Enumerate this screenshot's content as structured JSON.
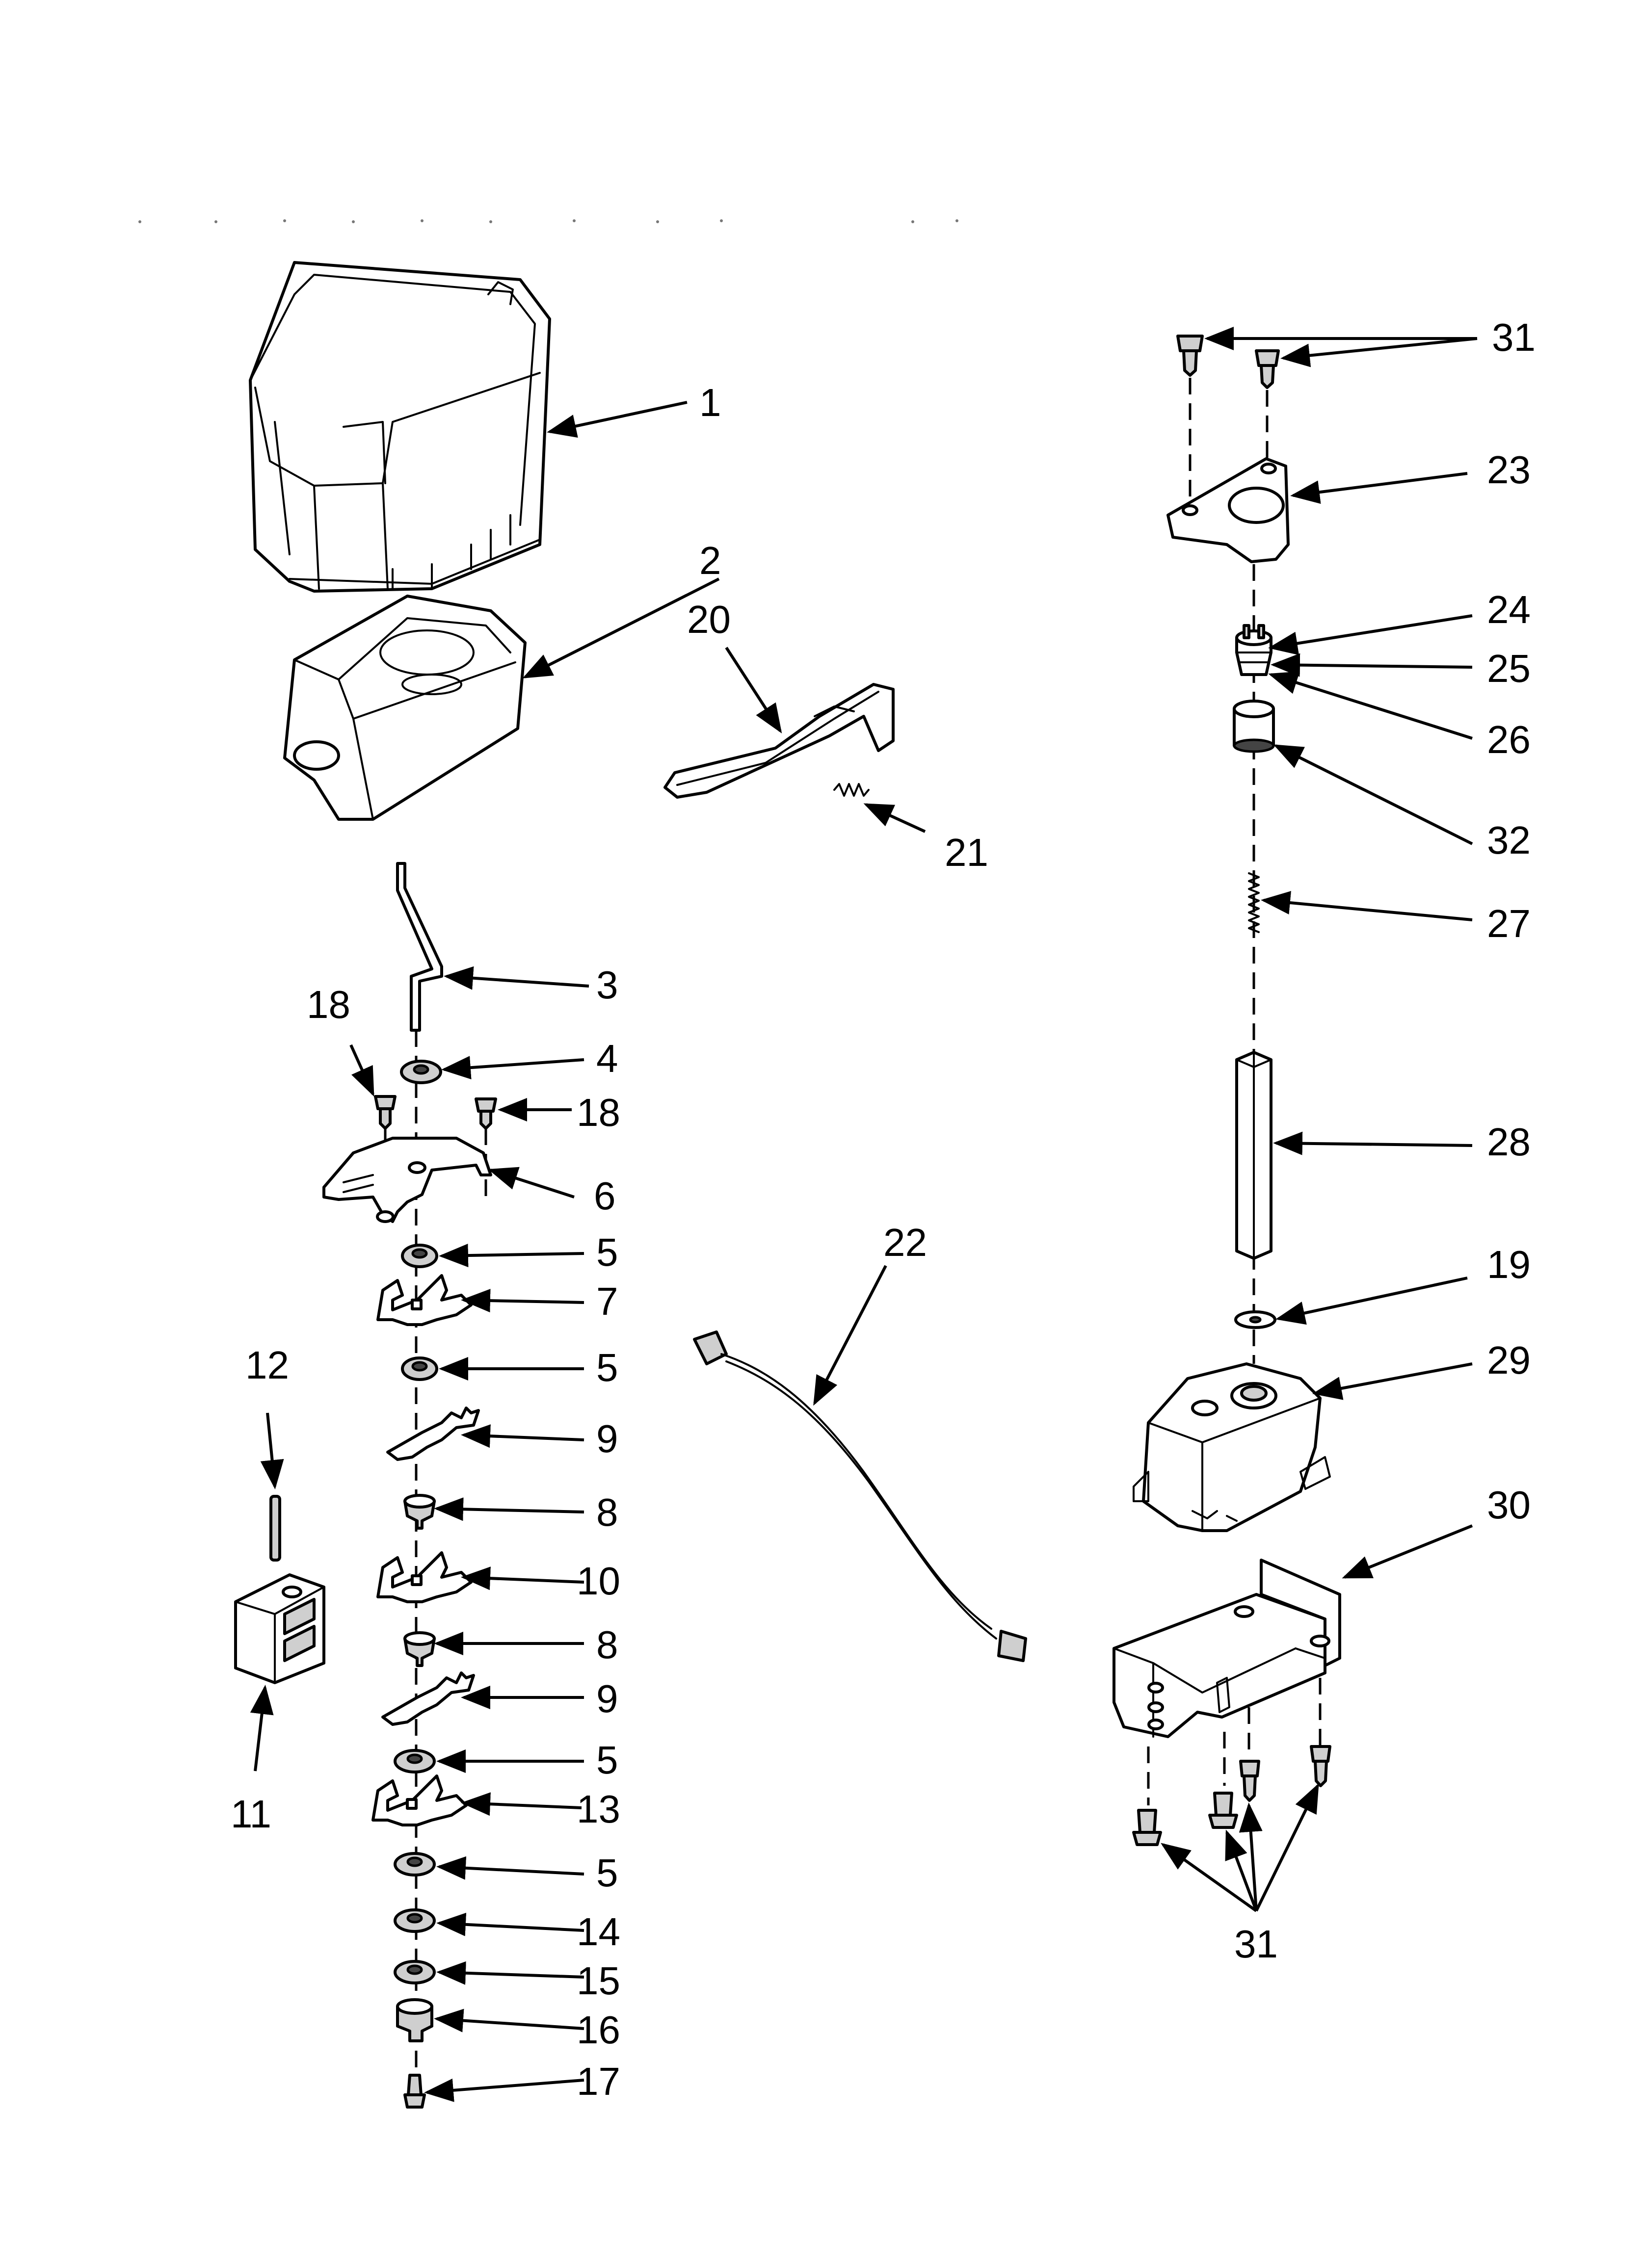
{
  "callouts": [
    {
      "id": "c1",
      "text": "1"
    },
    {
      "id": "c2",
      "text": "2"
    },
    {
      "id": "c20",
      "text": "20"
    },
    {
      "id": "c21",
      "text": "21"
    },
    {
      "id": "c3",
      "text": "3"
    },
    {
      "id": "c4",
      "text": "4"
    },
    {
      "id": "c18a",
      "text": "18"
    },
    {
      "id": "c18b",
      "text": "18"
    },
    {
      "id": "c6",
      "text": "6"
    },
    {
      "id": "c5a",
      "text": "5"
    },
    {
      "id": "c7",
      "text": "7"
    },
    {
      "id": "c5b",
      "text": "5"
    },
    {
      "id": "c9a",
      "text": "9"
    },
    {
      "id": "c8a",
      "text": "8"
    },
    {
      "id": "c10",
      "text": "10"
    },
    {
      "id": "c8b",
      "text": "8"
    },
    {
      "id": "c9b",
      "text": "9"
    },
    {
      "id": "c5c",
      "text": "5"
    },
    {
      "id": "c13",
      "text": "13"
    },
    {
      "id": "c5d",
      "text": "5"
    },
    {
      "id": "c14",
      "text": "14"
    },
    {
      "id": "c15",
      "text": "15"
    },
    {
      "id": "c16",
      "text": "16"
    },
    {
      "id": "c17",
      "text": "17"
    },
    {
      "id": "c12",
      "text": "12"
    },
    {
      "id": "c11",
      "text": "11"
    },
    {
      "id": "c22",
      "text": "22"
    },
    {
      "id": "c31a",
      "text": "31"
    },
    {
      "id": "c23",
      "text": "23"
    },
    {
      "id": "c24",
      "text": "24"
    },
    {
      "id": "c25",
      "text": "25"
    },
    {
      "id": "c26",
      "text": "26"
    },
    {
      "id": "c32",
      "text": "32"
    },
    {
      "id": "c27",
      "text": "27"
    },
    {
      "id": "c28",
      "text": "28"
    },
    {
      "id": "c19",
      "text": "19"
    },
    {
      "id": "c29",
      "text": "29"
    },
    {
      "id": "c30",
      "text": "30"
    },
    {
      "id": "c31b",
      "text": "31"
    }
  ]
}
